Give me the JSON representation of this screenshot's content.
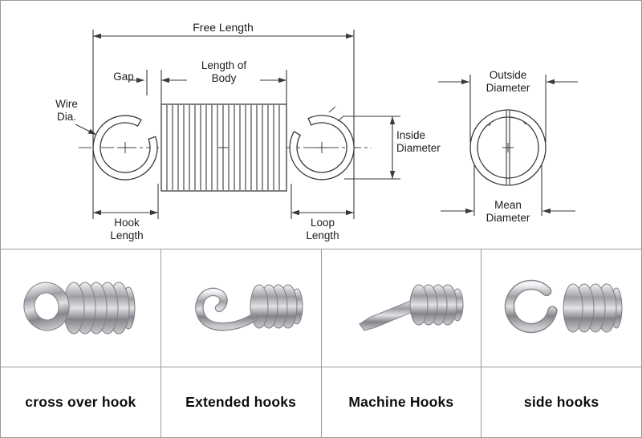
{
  "diagram": {
    "labels": {
      "free_length": "Free Length",
      "gap": "Gap",
      "length_of_body": "Length of\nBody",
      "wire_dia": "Wire\nDia.",
      "inside_diameter": "Inside\nDiameter",
      "hook_length": "Hook\nLength",
      "loop_length": "Loop\nLength",
      "outside_diameter": "Outside\nDiameter",
      "mean_diameter": "Mean\nDiameter"
    }
  },
  "hook_types": {
    "items": [
      {
        "label": "cross over hook",
        "icon": "cross-over-hook-spring-image"
      },
      {
        "label": "Extended hooks",
        "icon": "extended-hooks-spring-image"
      },
      {
        "label": "Machine Hooks",
        "icon": "machine-hooks-spring-image"
      },
      {
        "label": "side hooks",
        "icon": "side-hooks-spring-image"
      }
    ]
  },
  "colors": {
    "line": "#3a3a3a",
    "grid_border": "#9a9a9a",
    "metal_light": "#f4f4f6",
    "metal_dark": "#84848a"
  }
}
